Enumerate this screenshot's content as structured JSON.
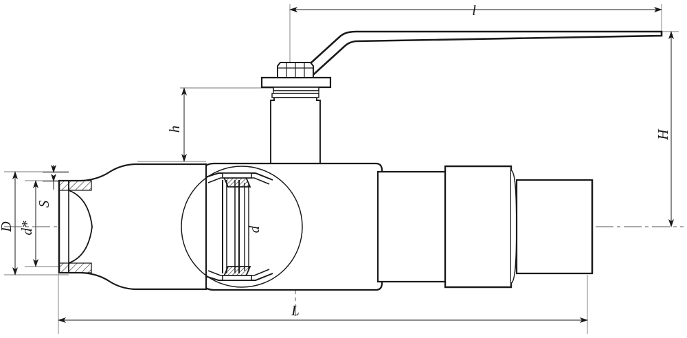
{
  "drawing": {
    "type": "engineering-drawing",
    "subject": "ball-valve-welded-ends",
    "view": "longitudinal-section",
    "background_color": "#ffffff",
    "line_color": "#1a1a1a",
    "dim_line_color": "#555555"
  },
  "dimensions": {
    "lever_length": {
      "name": "l",
      "label": "l",
      "orientation": "horizontal",
      "position": "top"
    },
    "handle_height": {
      "name": "H",
      "label": "H",
      "orientation": "vertical",
      "position": "right"
    },
    "stem_height": {
      "name": "h",
      "label": "h",
      "orientation": "vertical",
      "position": "left-of-body"
    },
    "outer_diameter": {
      "name": "D",
      "label": "D",
      "orientation": "vertical",
      "position": "far-left"
    },
    "pipe_bore": {
      "name": "d*",
      "label": "d*",
      "orientation": "vertical",
      "position": "left"
    },
    "wall_thickness": {
      "name": "S",
      "label": "S",
      "orientation": "vertical",
      "position": "left-inner"
    },
    "ball_bore": {
      "name": "d",
      "label": "d",
      "orientation": "vertical",
      "position": "center"
    },
    "face_to_face": {
      "name": "L",
      "label": "L",
      "orientation": "horizontal",
      "position": "bottom"
    }
  },
  "components": {
    "lever": "lever-handle",
    "nut": "hex-nut",
    "stem": "valve-stem",
    "body": "valve-body",
    "ball": "ball-element",
    "seat": "seat-seal",
    "left_pipe": "left-weld-end",
    "right_pipe": "right-weld-end",
    "centerline": "axis-centerline"
  }
}
